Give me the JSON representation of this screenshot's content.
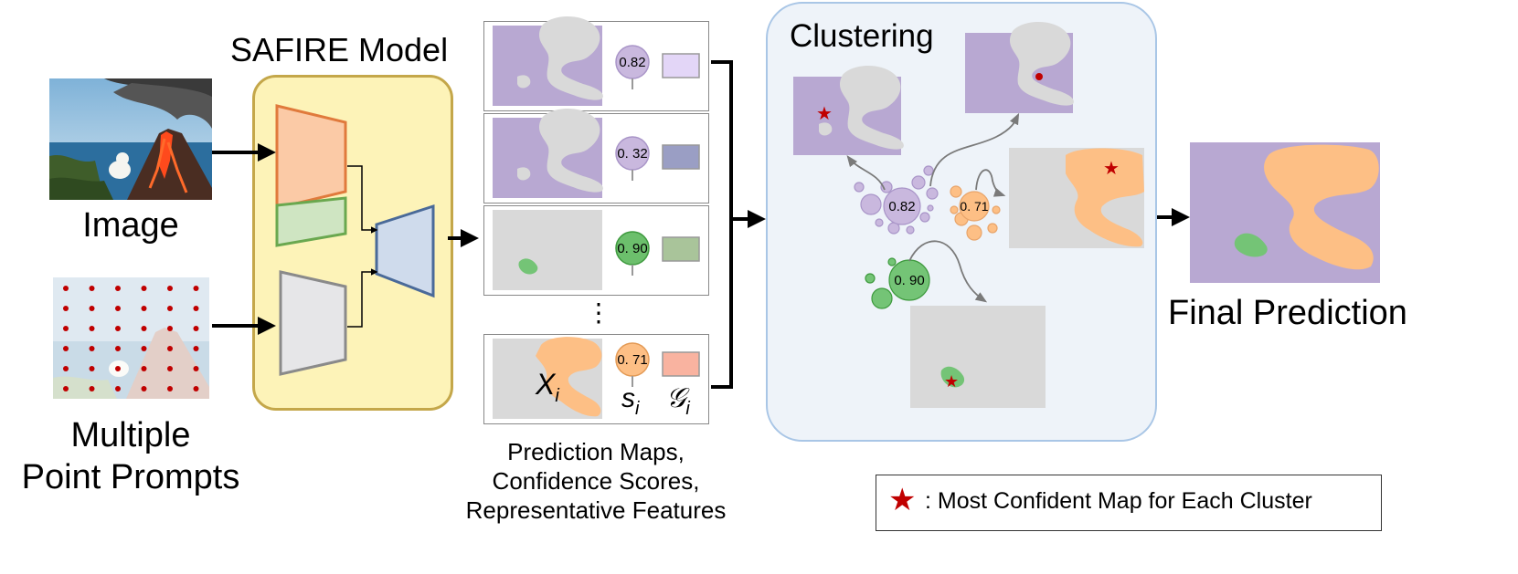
{
  "inputs": {
    "image_label": "Image",
    "prompts_label_line1": "Multiple",
    "prompts_label_line2": "Point Prompts"
  },
  "model": {
    "title": "SAFIRE Model"
  },
  "predictions": {
    "scores": [
      "0.82",
      "0. 32",
      "0. 90",
      "0. 71"
    ],
    "ellipsis": "⋮",
    "symbol_x": "X",
    "symbol_x_sub": "i",
    "symbol_s": "s",
    "symbol_s_sub": "i",
    "symbol_g": "𝒢",
    "symbol_g_sub": "i",
    "caption_line1": "Prediction Maps,",
    "caption_line2": "Confidence Scores,",
    "caption_line3": "Representative Features"
  },
  "clustering": {
    "title": "Clustering",
    "cluster_scores": [
      "0.82",
      "0. 71",
      "0. 90"
    ]
  },
  "output": {
    "label": "Final Prediction"
  },
  "legend": {
    "star": "★",
    "text": ": Most Confident Map for Each Cluster"
  },
  "colors": {
    "purple": "#b8a8d2",
    "gray": "#d9d9d9",
    "orange": "#fdbf85",
    "green": "#74c476",
    "red_star": "#c00000",
    "model_fill": "#fdf3b8",
    "cluster_fill": "#eef3f9"
  }
}
